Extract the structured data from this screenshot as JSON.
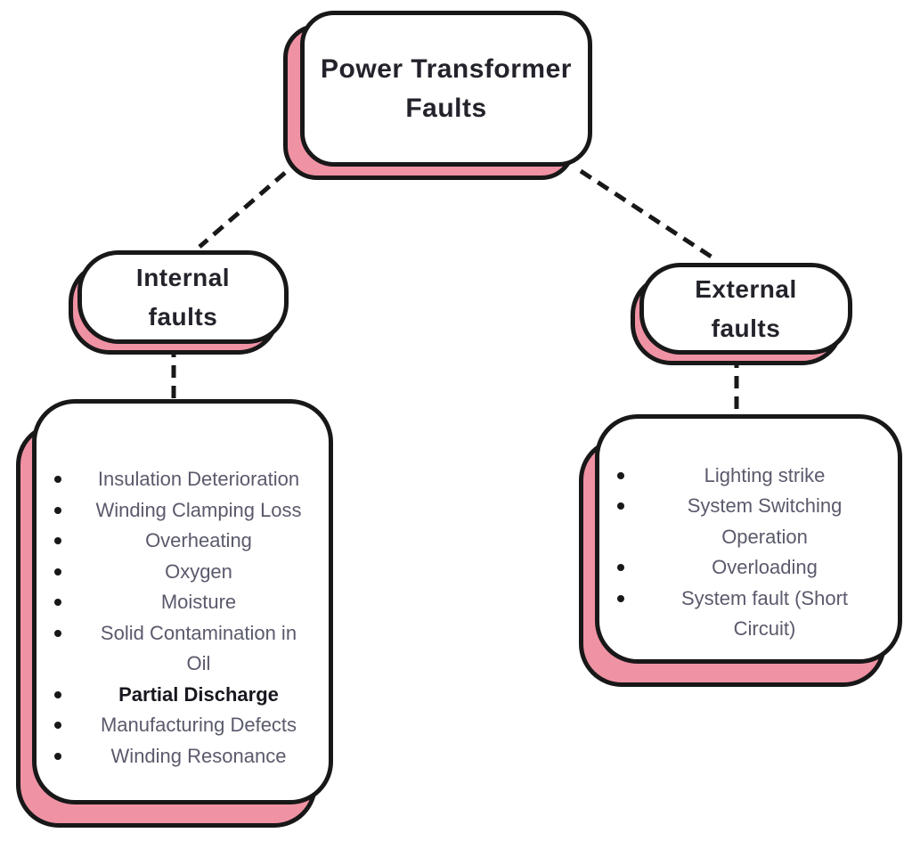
{
  "root": {
    "label": "Power Transformer\nFaults"
  },
  "branches": [
    {
      "label": "Internal\nfaults",
      "items": [
        {
          "text": "Insulation Deterioration",
          "style": "normal"
        },
        {
          "text": "Winding Clamping Loss",
          "style": "normal"
        },
        {
          "text": "Overheating",
          "style": "normal"
        },
        {
          "text": "Oxygen",
          "style": "normal"
        },
        {
          "text": "Moisture",
          "style": "normal"
        },
        {
          "text": "Solid Contamination in\nOil",
          "style": "normal"
        },
        {
          "text": "Partial Discharge",
          "style": "bold"
        },
        {
          "text": "Manufacturing Defects",
          "style": "normal"
        },
        {
          "text": "Winding Resonance",
          "style": "normal"
        }
      ]
    },
    {
      "label": "External\nfaults",
      "items": [
        {
          "text": "Lighting strike",
          "style": "normal"
        },
        {
          "text": "System Switching\nOperation",
          "style": "normal"
        },
        {
          "text": "Overloading",
          "style": "normal"
        },
        {
          "text": "System fault (Short\nCircuit)",
          "style": "normal"
        }
      ]
    }
  ],
  "colors": {
    "shadow_pink": "#ef92a4",
    "border_black": "#181818",
    "heading_text": "#23232b",
    "list_text": "#5a5a6c",
    "bold_item_text": "#17171f"
  }
}
